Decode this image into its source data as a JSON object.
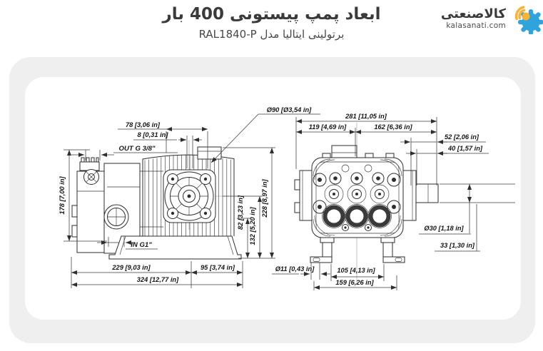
{
  "header": {
    "title": "ابعاد پمپ پیستونی 400 بار",
    "subtitle": "برتولینی ایتالیا مدل RAL1840-P"
  },
  "logo": {
    "brand": "کالاصنعتی",
    "domain": "kalasanati.com"
  },
  "colors": {
    "panel_gray": "#efefef",
    "line": "#2e2e2e",
    "logo_blue": "#2ea3dc",
    "logo_yellow": "#f9b233"
  },
  "drawing": {
    "side_view": {
      "dim_top_width": "78 [3,06 in]",
      "dim_top_offset": "8 [0,31 in]",
      "outlet_port": "OUT G 3/8\"",
      "dim_height": "178 [7,00 in]",
      "inlet_port": "IN G1\"",
      "dim_length_body": "229 [9,03 in]",
      "dim_length_flange": "95 [3,74 in]",
      "dim_length_total": "324 [12,77 in]",
      "dim_inlet_height": "82 [3,23 in]",
      "dim_mid_height": "132 [5,20 in]",
      "dim_total_height": "228 [8,97 in]",
      "dim_flange_dia": "Ø90 [Ø3,54 in]"
    },
    "front_view": {
      "dim_width_total": "281 [11,05 in]",
      "dim_width_left": "119 [4,69 in]",
      "dim_width_right": "162 [6,36 in]",
      "dim_shaft_len1": "52 [2,06 in]",
      "dim_shaft_len2": "40 [1,57 in]",
      "dim_shaft_dia": "Ø30 [1,18 in]",
      "dim_shaft_seg": "33 [1,30 in]",
      "dim_hole_dia": "Ø11 [0,43 in]",
      "dim_feet_inner": "105 [4,13 in]",
      "dim_feet_holes": "159 [6,26 in]"
    }
  }
}
